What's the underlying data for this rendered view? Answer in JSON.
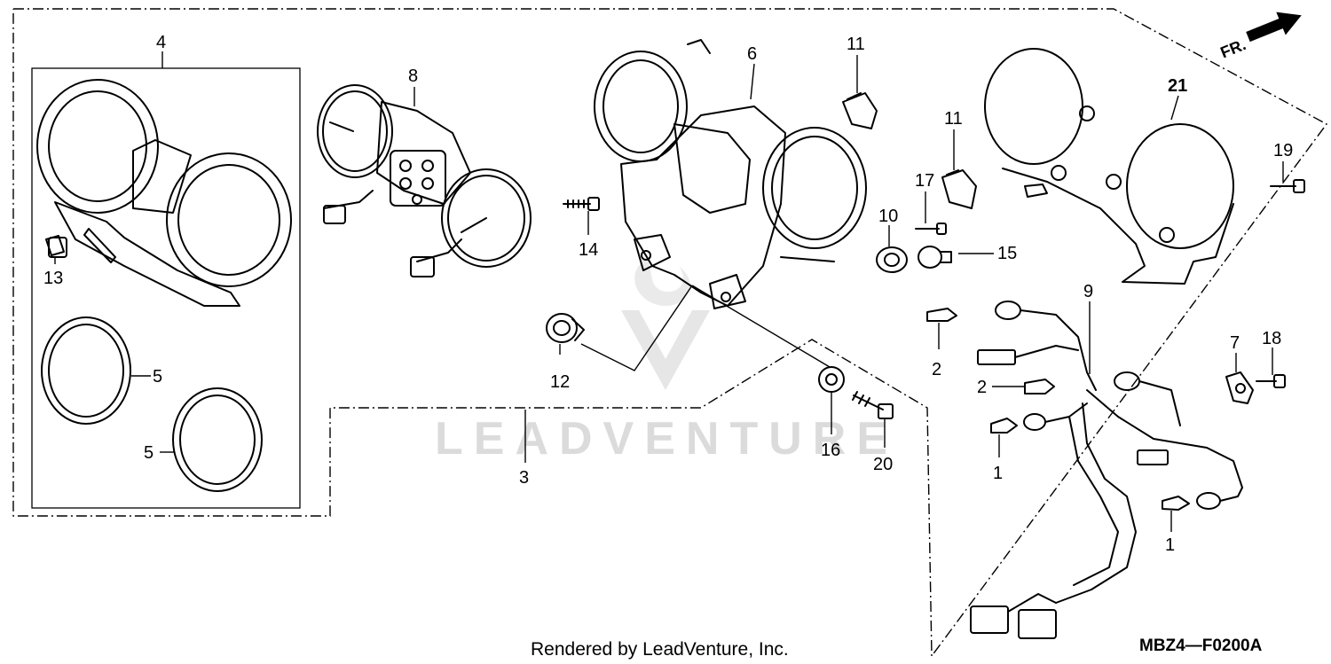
{
  "diagram": {
    "callouts": [
      "1",
      "1",
      "2",
      "2",
      "3",
      "4",
      "5",
      "5",
      "6",
      "7",
      "8",
      "9",
      "10",
      "11",
      "11",
      "12",
      "13",
      "14",
      "15",
      "16",
      "17",
      "18",
      "19",
      "20",
      "21"
    ],
    "footer_text": "Rendered by LeadVenture, Inc.",
    "diagram_code": "MBZ4—F0200A",
    "direction_label": "FR.",
    "watermark_text": "LEADVENTURE"
  }
}
